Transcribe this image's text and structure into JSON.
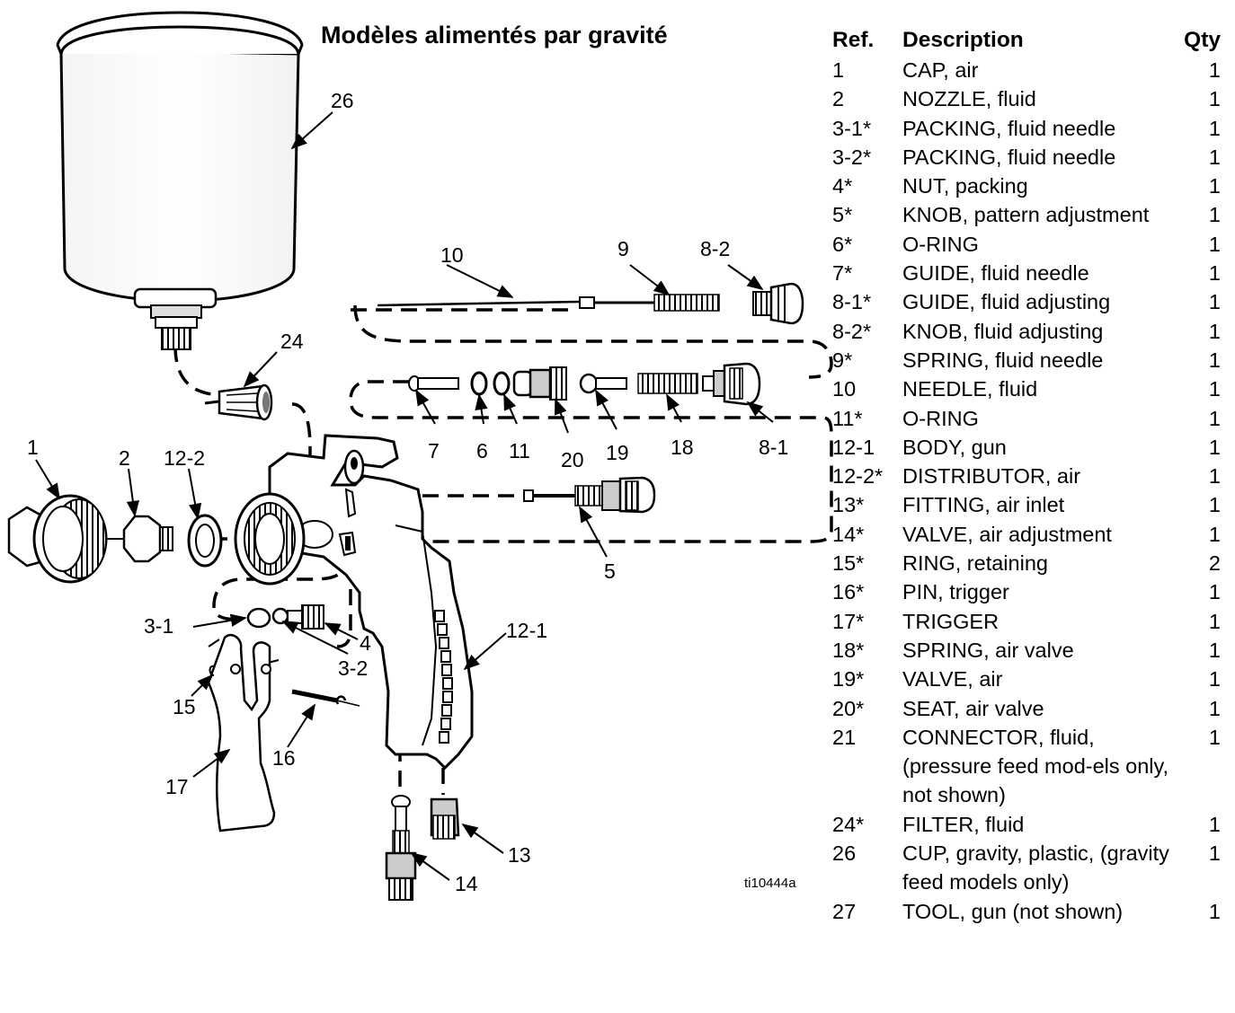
{
  "diagram": {
    "title": "Modèles alimentés par gravité",
    "figure_id": "ti10444a",
    "callouts": [
      {
        "key": "c26",
        "text": "26"
      },
      {
        "key": "c10",
        "text": "10"
      },
      {
        "key": "c9",
        "text": "9"
      },
      {
        "key": "c8_2",
        "text": "8-2"
      },
      {
        "key": "c24",
        "text": "24"
      },
      {
        "key": "c7",
        "text": "7"
      },
      {
        "key": "c6",
        "text": "6"
      },
      {
        "key": "c11",
        "text": "11"
      },
      {
        "key": "c20",
        "text": "20"
      },
      {
        "key": "c19",
        "text": "19"
      },
      {
        "key": "c18",
        "text": "18"
      },
      {
        "key": "c8_1",
        "text": "8-1"
      },
      {
        "key": "c1",
        "text": "1"
      },
      {
        "key": "c2",
        "text": "2"
      },
      {
        "key": "c12_2",
        "text": "12-2"
      },
      {
        "key": "c5",
        "text": "5"
      },
      {
        "key": "c3_1",
        "text": "3-1"
      },
      {
        "key": "c4",
        "text": "4"
      },
      {
        "key": "c3_2",
        "text": "3-2"
      },
      {
        "key": "c12_1",
        "text": "12-1"
      },
      {
        "key": "c15",
        "text": "15"
      },
      {
        "key": "c16",
        "text": "16"
      },
      {
        "key": "c17",
        "text": "17"
      },
      {
        "key": "c13",
        "text": "13"
      },
      {
        "key": "c14",
        "text": "14"
      }
    ]
  },
  "parts_table": {
    "headers": {
      "ref": "Ref.",
      "description": "Description",
      "qty": "Qty"
    },
    "rows": [
      {
        "ref": "1",
        "description": "CAP, air",
        "qty": "1"
      },
      {
        "ref": "2",
        "description": "NOZZLE, fluid",
        "qty": "1"
      },
      {
        "ref": "3-1*",
        "description": "PACKING, fluid needle",
        "qty": "1"
      },
      {
        "ref": "3-2*",
        "description": "PACKING, fluid needle",
        "qty": "1"
      },
      {
        "ref": "4*",
        "description": "NUT, packing",
        "qty": "1"
      },
      {
        "ref": "5*",
        "description": "KNOB, pattern adjustment",
        "qty": "1"
      },
      {
        "ref": "6*",
        "description": "O-RING",
        "qty": "1"
      },
      {
        "ref": "7*",
        "description": "GUIDE, fluid needle",
        "qty": "1"
      },
      {
        "ref": "8-1*",
        "description": "GUIDE, fluid adjusting",
        "qty": "1"
      },
      {
        "ref": "8-2*",
        "description": "KNOB, fluid adjusting",
        "qty": "1"
      },
      {
        "ref": "9*",
        "description": "SPRING, fluid needle",
        "qty": "1"
      },
      {
        "ref": "10",
        "description": "NEEDLE, fluid",
        "qty": "1"
      },
      {
        "ref": "11*",
        "description": "O-RING",
        "qty": "1"
      },
      {
        "ref": "12-1",
        "description": "BODY, gun",
        "qty": "1"
      },
      {
        "ref": "12-2*",
        "description": "DISTRIBUTOR, air",
        "qty": "1"
      },
      {
        "ref": "13*",
        "description": "FITTING, air inlet",
        "qty": "1"
      },
      {
        "ref": "14*",
        "description": "VALVE, air adjustment",
        "qty": "1"
      },
      {
        "ref": "15*",
        "description": "RING, retaining",
        "qty": "2"
      },
      {
        "ref": "16*",
        "description": "PIN, trigger",
        "qty": "1"
      },
      {
        "ref": "17*",
        "description": "TRIGGER",
        "qty": "1"
      },
      {
        "ref": "18*",
        "description": "SPRING, air valve",
        "qty": "1"
      },
      {
        "ref": "19*",
        "description": "VALVE, air",
        "qty": "1"
      },
      {
        "ref": "20*",
        "description": "SEAT, air valve",
        "qty": "1"
      },
      {
        "ref": "21",
        "description": "CONNECTOR, fluid, (pressure feed mod-els only, not shown)",
        "qty": "1"
      },
      {
        "ref": "24*",
        "description": "FILTER, fluid",
        "qty": "1"
      },
      {
        "ref": "26",
        "description": "CUP, gravity, plastic, (gravity feed models only)",
        "qty": "1"
      },
      {
        "ref": "27",
        "description": "TOOL, gun (not shown)",
        "qty": "1"
      }
    ]
  }
}
